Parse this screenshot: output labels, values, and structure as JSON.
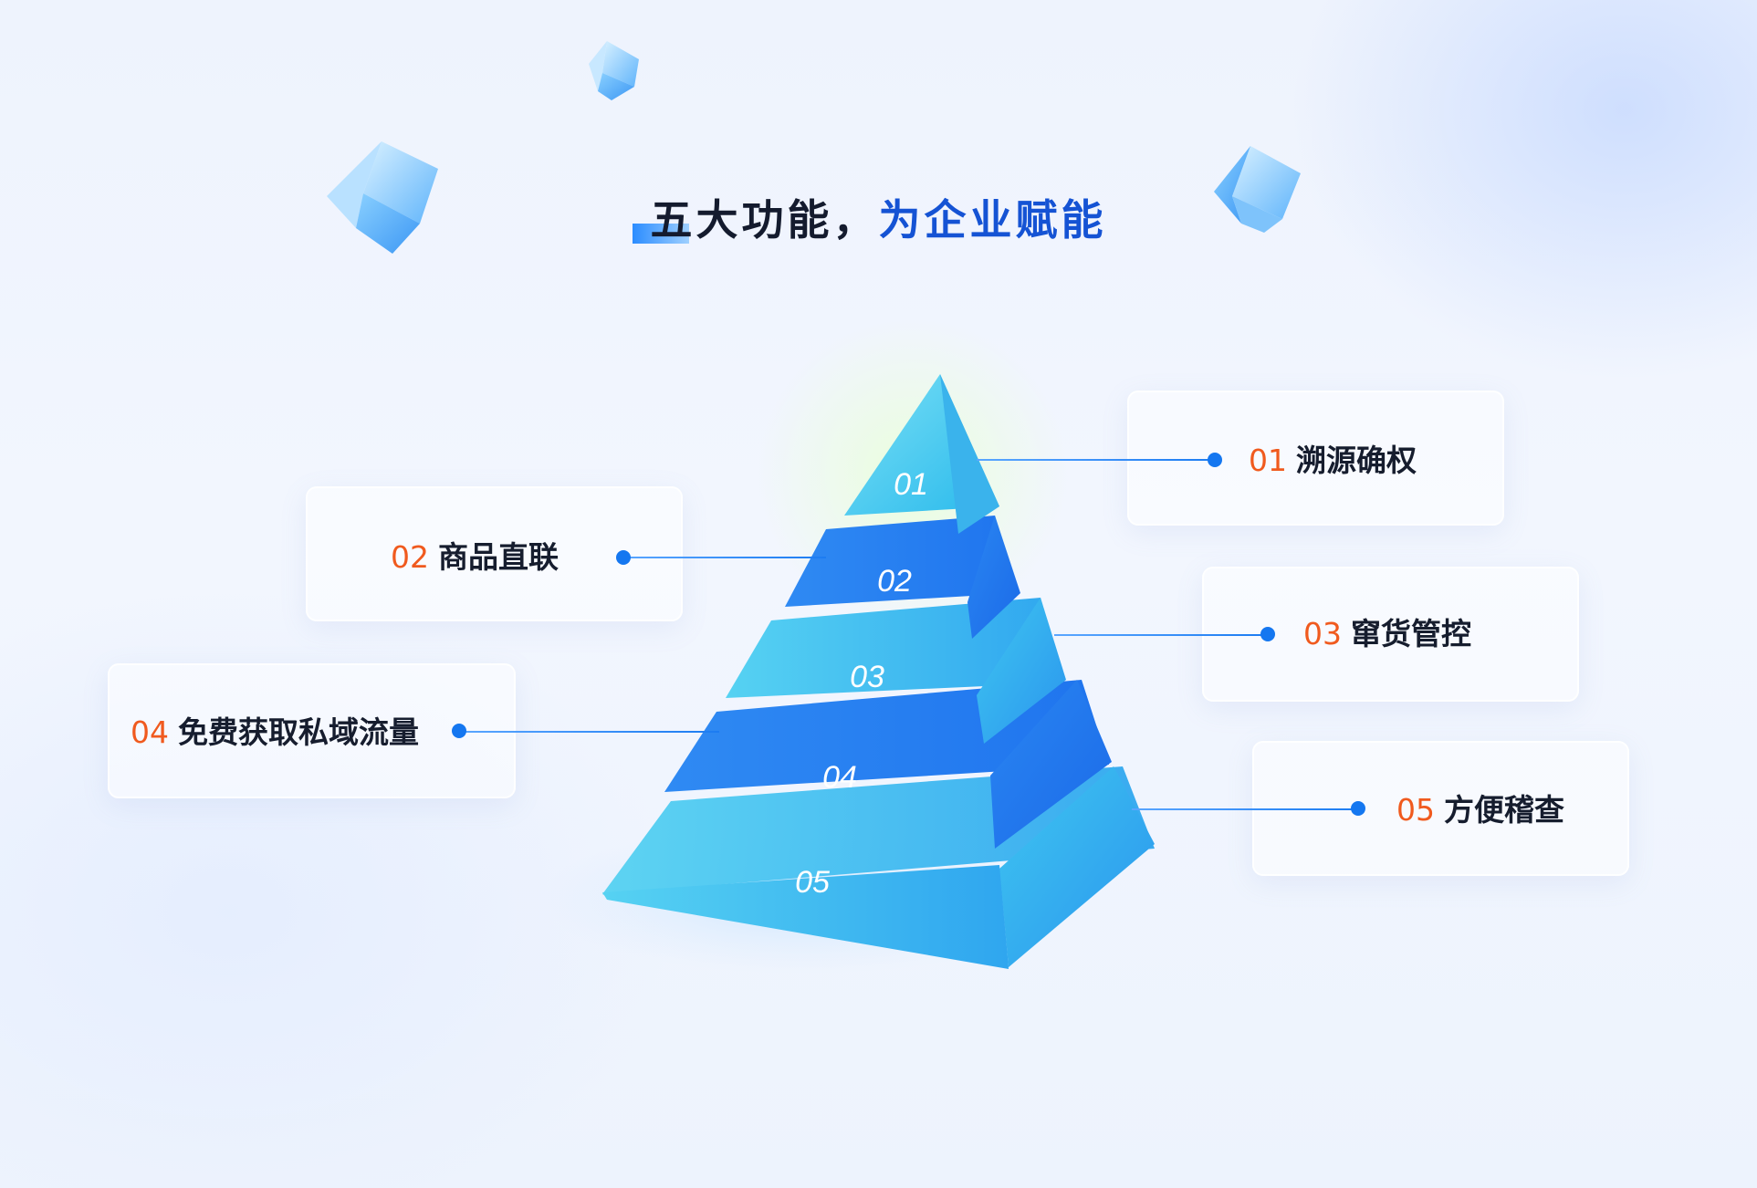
{
  "title": {
    "part1": "五大功能，",
    "part2": "为企业赋能"
  },
  "colors": {
    "accent_blue": "#1553d4",
    "number_orange": "#f05a1e",
    "dot_blue": "#1577f0"
  },
  "features": [
    {
      "num": "01",
      "text": "溯源确权"
    },
    {
      "num": "02",
      "text": "商品直联"
    },
    {
      "num": "03",
      "text": "窜货管控"
    },
    {
      "num": "04",
      "text": "免费获取私域流量"
    },
    {
      "num": "05",
      "text": "方便稽查"
    }
  ],
  "pyramid_levels": [
    "01",
    "02",
    "03",
    "04",
    "05"
  ],
  "decorations": [
    "cube-icon",
    "cube-icon",
    "cube-icon"
  ]
}
